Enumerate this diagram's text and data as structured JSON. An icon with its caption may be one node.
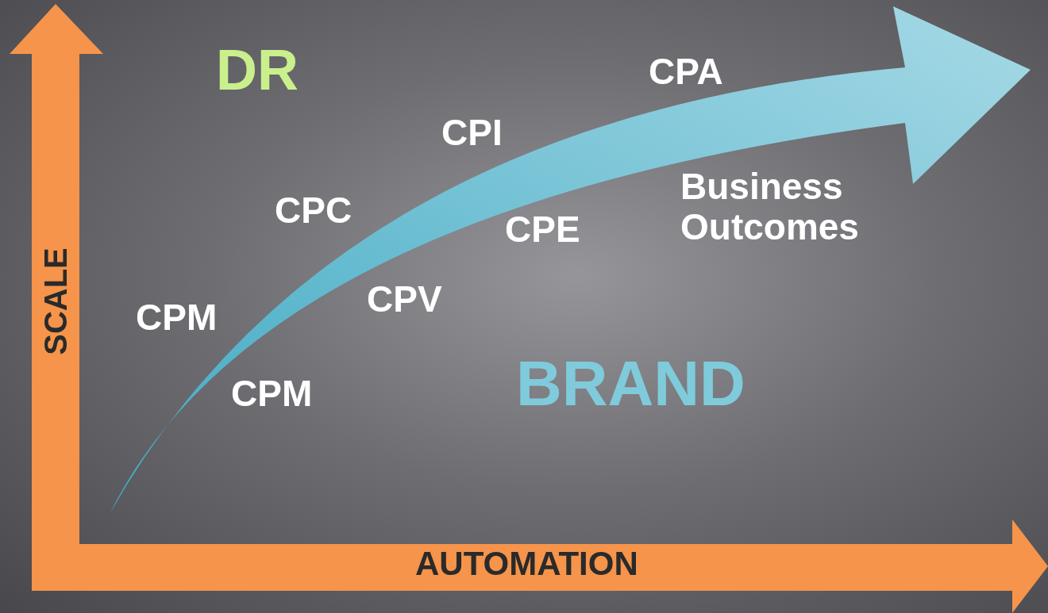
{
  "diagram": {
    "labels": [
      "DR",
      "CPA",
      "CPI",
      "Business Outcomes",
      "CPC",
      "CPE",
      "SCALE",
      "CPV",
      "CPM",
      "BRAND",
      "CPM",
      "AUTOMATION"
    ]
  }
}
